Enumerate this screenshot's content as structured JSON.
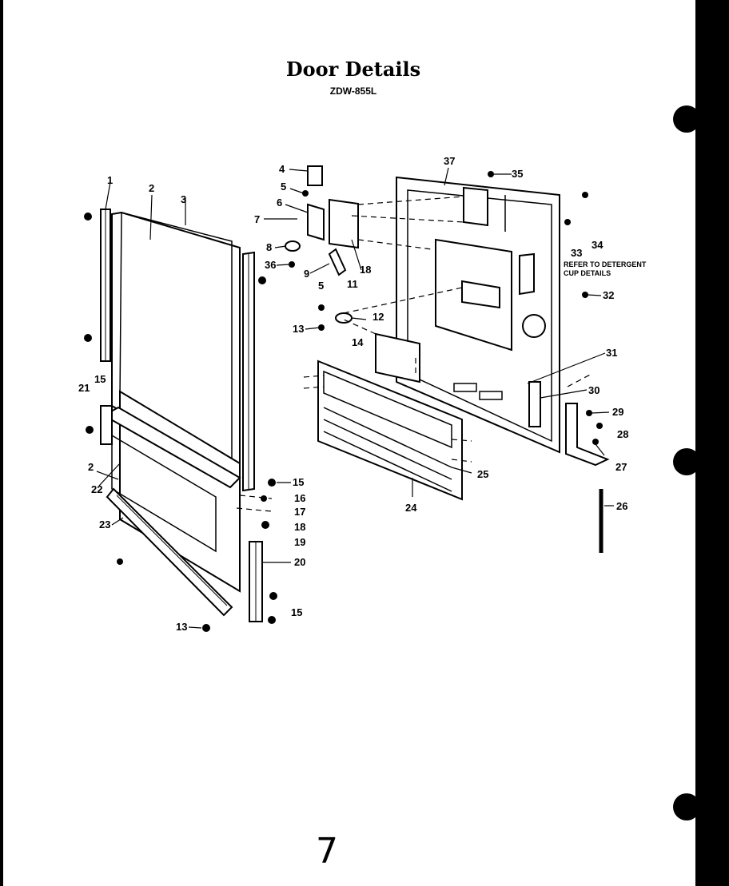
{
  "diagram": {
    "title": "Door Details",
    "model": "ZDW-855L",
    "note": "REFER TO DETERGENT CUP DETAILS",
    "page_number": "7",
    "callouts": [
      "1",
      "2",
      "3",
      "4",
      "5",
      "6",
      "7",
      "8",
      "36",
      "9",
      "18",
      "5",
      "11",
      "13",
      "12",
      "37",
      "35",
      "33",
      "34",
      "32",
      "14",
      "31",
      "30",
      "29",
      "28",
      "27",
      "26",
      "25",
      "24",
      "21",
      "15",
      "2",
      "22",
      "23",
      "15",
      "16",
      "17",
      "18",
      "19",
      "20",
      "15",
      "13"
    ]
  }
}
